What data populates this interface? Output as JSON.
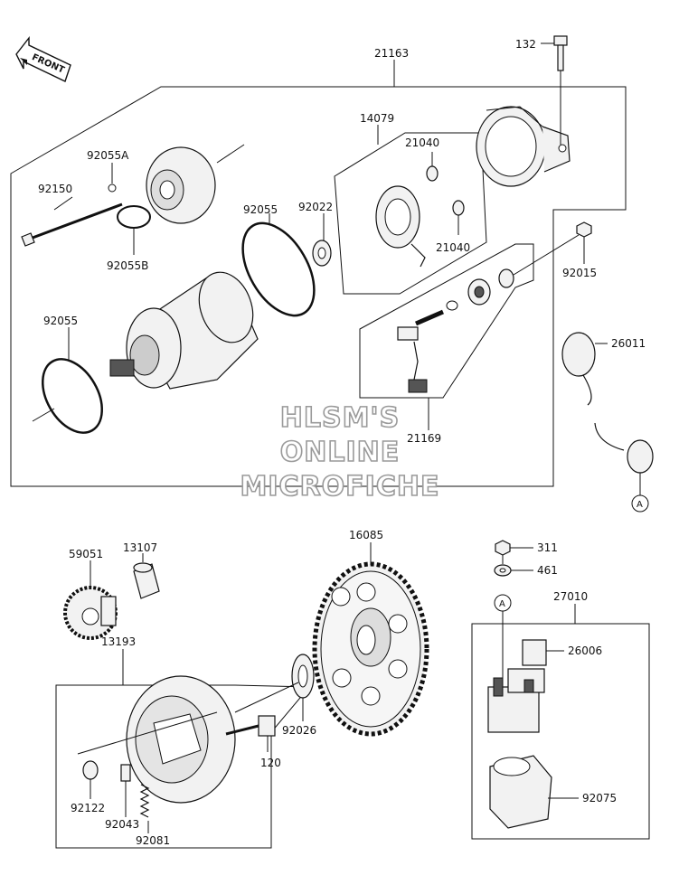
{
  "front_marker": "FRONT",
  "watermark": {
    "line1": "HLSM'S",
    "line2": "ONLINE",
    "line3": "MICROFICHE"
  },
  "callouts": {
    "p132": "132",
    "p21163": "21163",
    "p14079": "14079",
    "p21040a": "21040",
    "p21040b": "21040",
    "p92055A": "92055A",
    "p92150": "92150",
    "p92055B": "92055B",
    "p92055a": "92055",
    "p92022": "92022",
    "p92015": "92015",
    "p26011": "26011",
    "p92055b": "92055",
    "p21169": "21169",
    "pA1": "A",
    "p59051": "59051",
    "p13107": "13107",
    "p16085": "16085",
    "p311": "311",
    "p461": "461",
    "pA2": "A",
    "p27010": "27010",
    "p26006": "26006",
    "p13193": "13193",
    "p92026": "92026",
    "p120": "120",
    "p92122": "92122",
    "p92043": "92043",
    "p92081": "92081",
    "p92075": "92075"
  }
}
